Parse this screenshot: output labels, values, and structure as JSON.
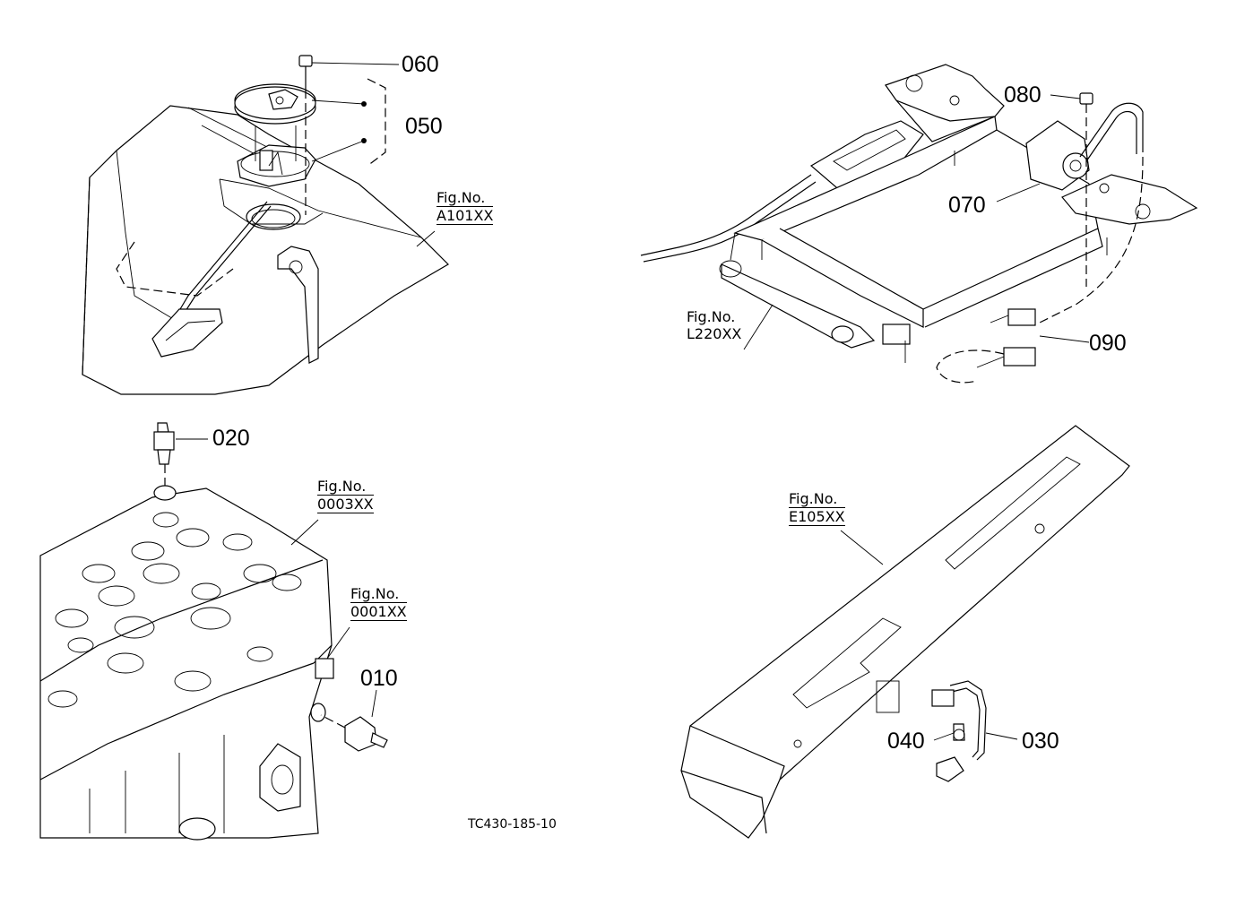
{
  "parts": {
    "p060": "060",
    "p050": "050",
    "p080": "080",
    "p070": "070",
    "p090": "090",
    "p020": "020",
    "p010": "010",
    "p040": "040",
    "p030": "030"
  },
  "figures": {
    "a101": {
      "title": "Fig.No.",
      "code": "A101XX"
    },
    "l220": {
      "title": "Fig.No.",
      "code": "L220XX"
    },
    "f0003": {
      "title": "Fig.No.",
      "code": "0003XX"
    },
    "f0001": {
      "title": "Fig.No.",
      "code": "0001XX"
    },
    "e105": {
      "title": "Fig.No.",
      "code": "E105XX"
    }
  },
  "drawing_code": "TC430-185-10"
}
